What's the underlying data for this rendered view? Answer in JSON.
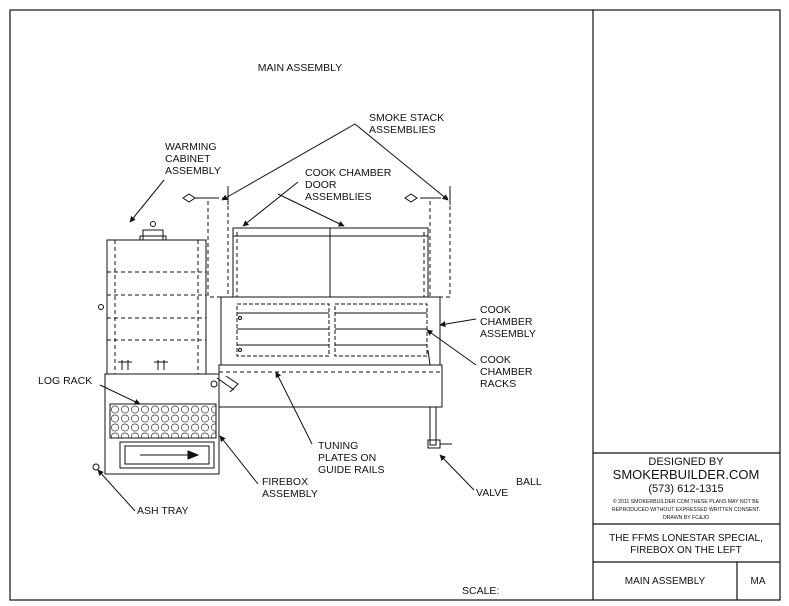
{
  "drawing": {
    "title": "MAIN ASSEMBLY",
    "scale_label": "SCALE:",
    "labels": {
      "smoke_stack": [
        "SMOKE STACK",
        "ASSEMBLIES"
      ],
      "warming_cabinet": [
        "WARMING",
        "CABINET",
        "ASSEMBLY"
      ],
      "cook_chamber_door": [
        "COOK CHAMBER",
        "DOOR",
        "ASSEMBLIES"
      ],
      "cook_chamber_assembly": [
        "COOK",
        "CHAMBER",
        "ASSEMBLY"
      ],
      "cook_chamber_racks": [
        "COOK",
        "CHAMBER",
        "RACKS"
      ],
      "log_rack": "LOG RACK",
      "tuning_plates": [
        "TUNING",
        "PLATES ON",
        "GUIDE RAILS"
      ],
      "firebox": [
        "FIREBOX",
        "ASSEMBLY"
      ],
      "ash_tray": "ASH TRAY",
      "ball": "BALL",
      "valve": "VALVE"
    }
  },
  "title_block": {
    "designed_by": "DESIGNED BY",
    "company": "SMOKERBUILDER.COM",
    "phone": "(573) 612-1315",
    "copyright_1": "© 2011 SMOKERBUILDER.COM THESE PLANS MAY NOT BE",
    "copyright_2": "REPRODUCED WITHOUT EXPRESSED WRITTEN CONSENT.",
    "drawn_by": "DRAWN BY FC&JO",
    "project_1": "THE FFMS LONESTAR SPECIAL,",
    "project_2": "FIREBOX ON THE LEFT",
    "sheet_name": "MAIN ASSEMBLY",
    "sheet_code": "MA"
  }
}
